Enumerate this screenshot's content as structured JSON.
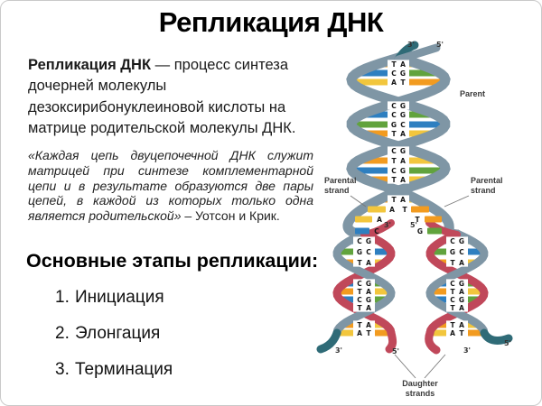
{
  "slide": {
    "title": "Репликация ДНК",
    "intro_bold": "Репликация ДНК",
    "intro_rest": " — процесс синтеза дочерней молекулы дезоксирибонуклеиновой кислоты на матрице родительской молекулы ДНК.",
    "quote": "«Каждая цепь двуцепочечной ДНК служит матрицей при синтезе комплементарной цепи и в результате образуются две пары цепей, в каждой из которых только одна является родительской»",
    "quote_attribution": " – Уотсон и Крик.",
    "stages_heading": "Основные этапы репликации:",
    "stages": [
      {
        "num": "1.",
        "label": "Инициация"
      },
      {
        "num": "2.",
        "label": "Элонгация"
      },
      {
        "num": "3.",
        "label": "Терминация"
      }
    ]
  },
  "diagram": {
    "labels": {
      "parent": "Parent",
      "parental_strand": "Parental strand",
      "daughter_strands": "Daughter strands"
    },
    "end_labels": {
      "top": [
        "3'",
        "5'"
      ],
      "fork": [
        "3'",
        "5'"
      ],
      "bottom_left": [
        "3'",
        "5'"
      ],
      "bottom_right": [
        "3'",
        "5'"
      ]
    },
    "parent_pairs": [
      "TA",
      "CG",
      "AT",
      "CG",
      "CG",
      "GC",
      "TA",
      "CG",
      "TA",
      "CG",
      "TA"
    ],
    "fork_pairs": [
      "TA",
      "AT",
      "AT",
      "CG"
    ],
    "daughter_left_pairs": [
      "CG",
      "GC",
      "TA",
      "CG",
      "TA",
      "CG",
      "TA",
      "TA",
      "AT"
    ],
    "daughter_right_pairs": [
      "CG",
      "GC",
      "TA",
      "CG",
      "TA",
      "CG",
      "TA",
      "TA",
      "AT"
    ],
    "colors": {
      "backbone": "#7f96a5",
      "tip": "#2f6b77",
      "daughter": "#c0485a",
      "A": "#f2c63d",
      "T": "#f29b20",
      "C": "#2e7fc0",
      "G": "#61a33d",
      "pointer": "#777777"
    }
  }
}
